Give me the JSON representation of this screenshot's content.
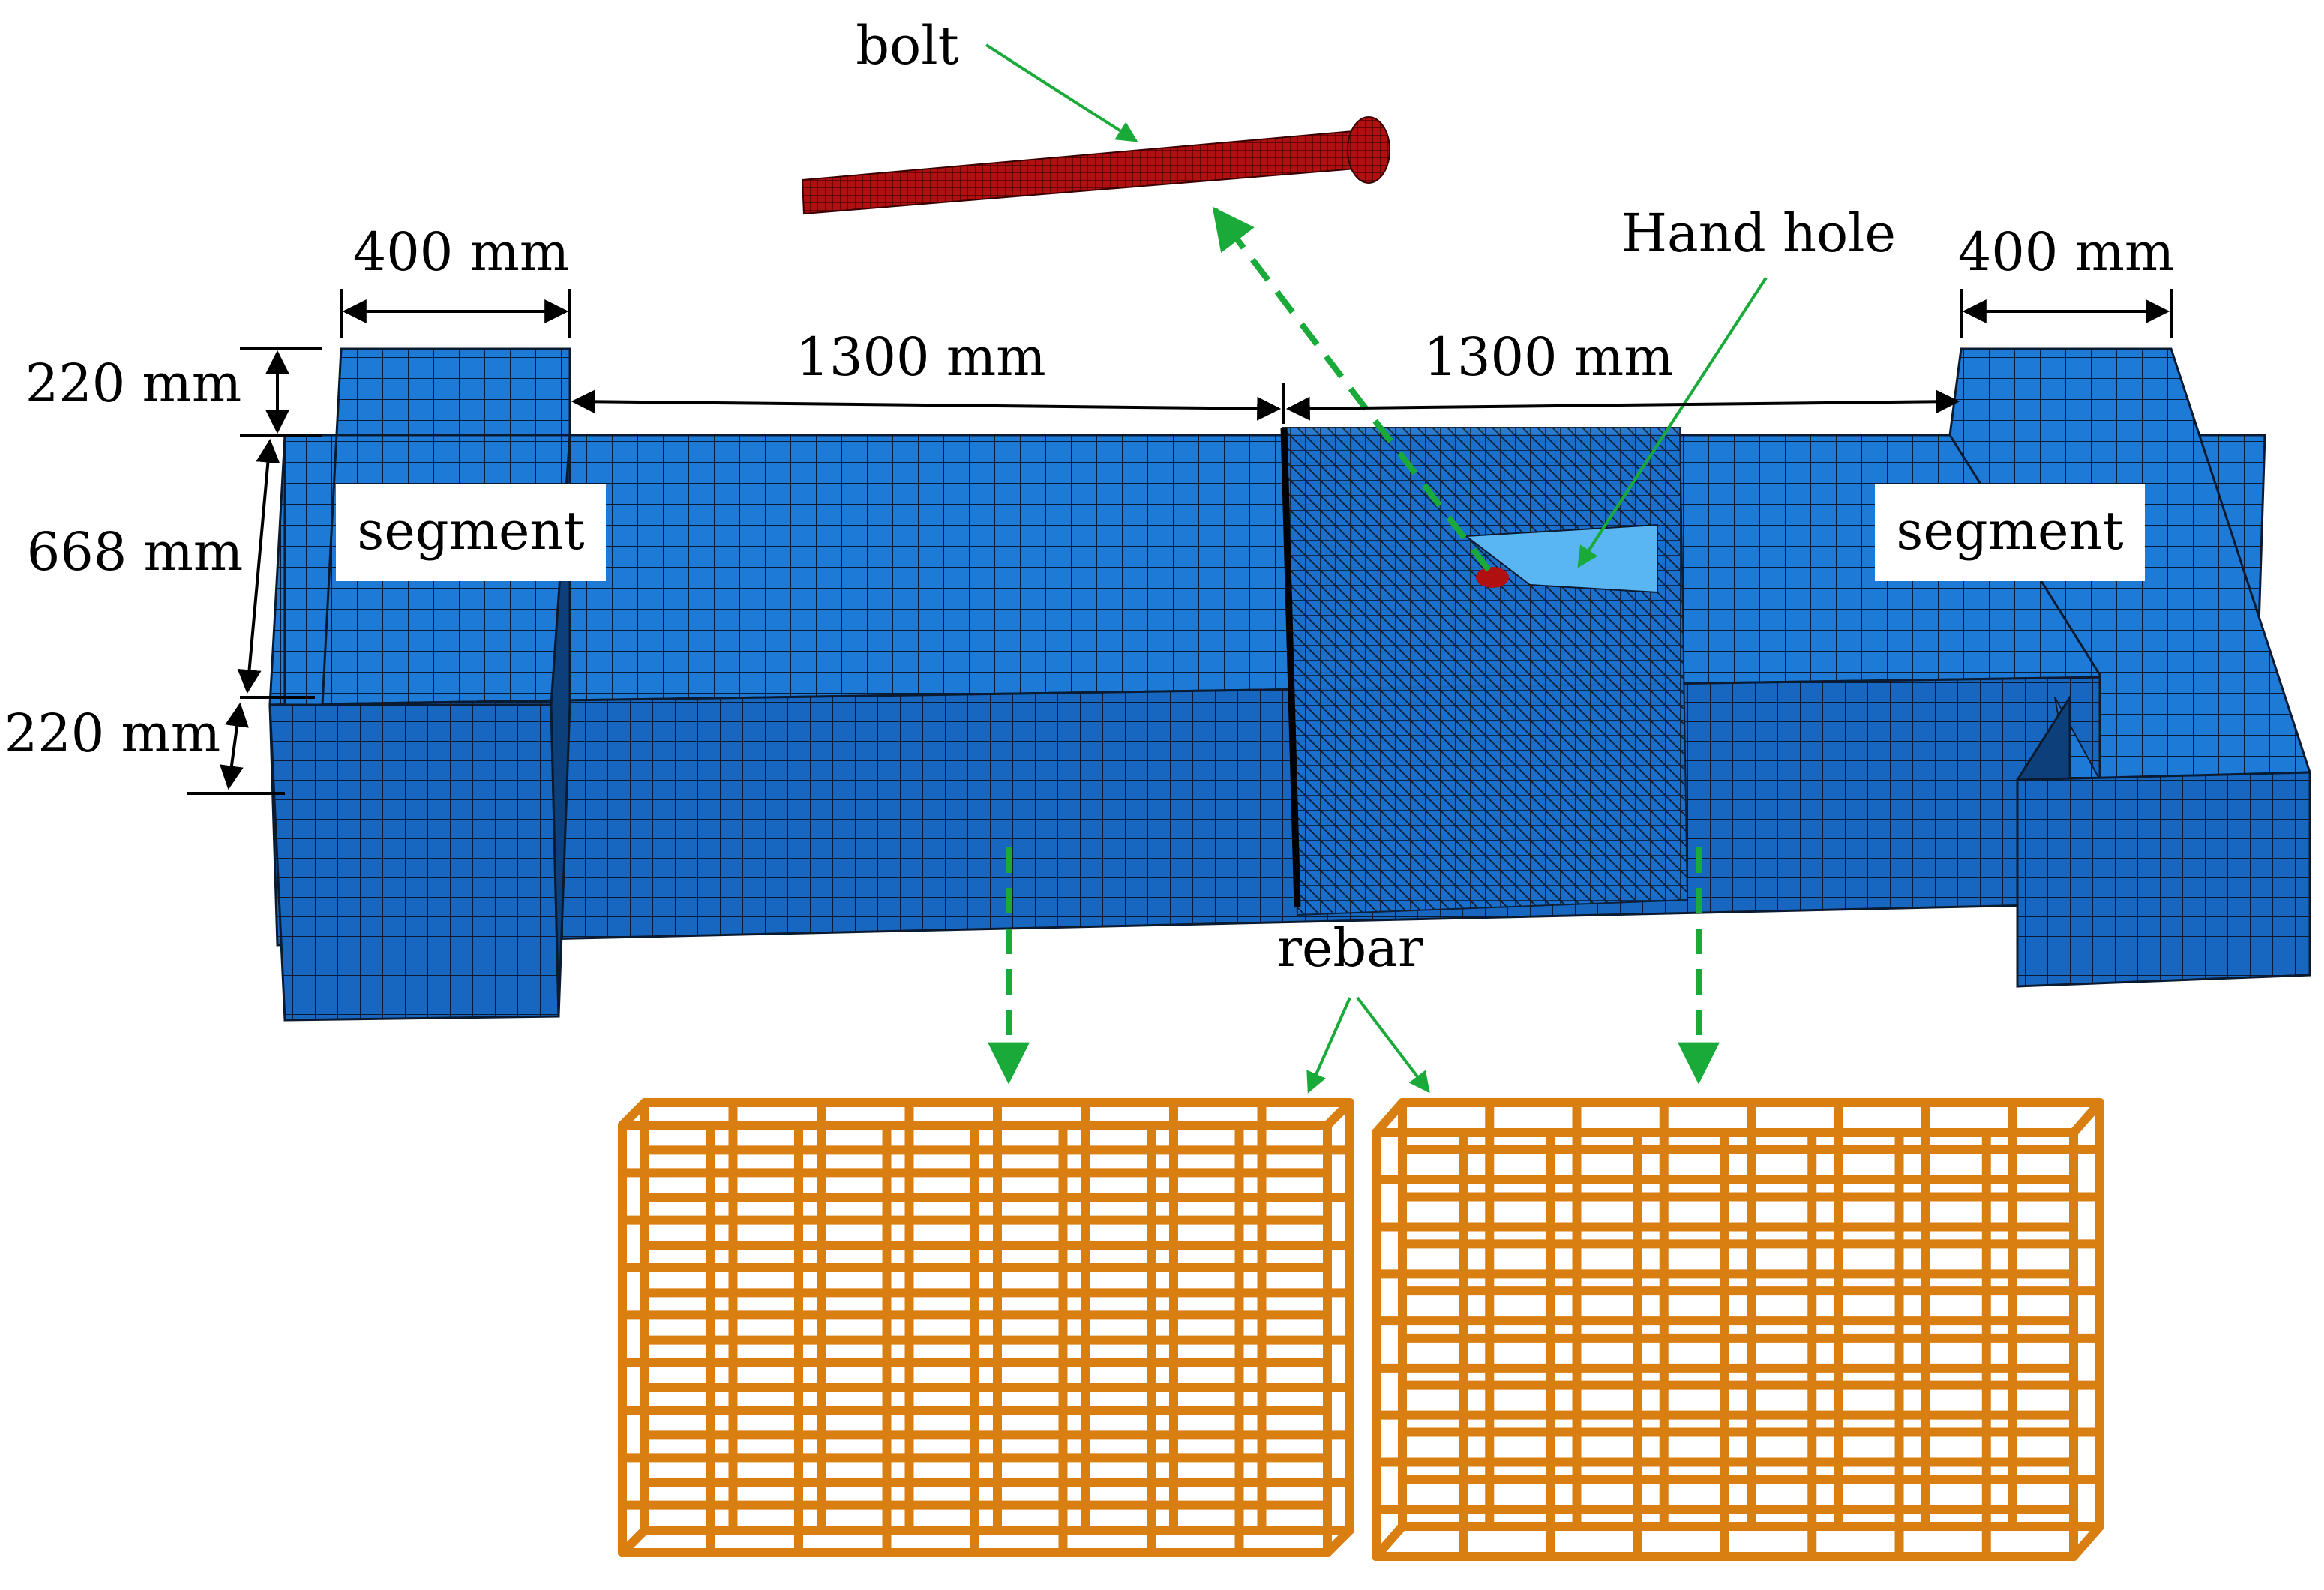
{
  "labels": {
    "bolt": "bolt",
    "hand_hole": "Hand hole",
    "segment_left": "segment",
    "segment_right": "segment",
    "rebar": "rebar"
  },
  "dimensions": {
    "top_left_width": "400 mm",
    "top_right_width": "400 mm",
    "span_left": "1300 mm",
    "span_right": "1300 mm",
    "flange_top": "220 mm",
    "web_height": "668 mm",
    "flange_bottom": "220 mm"
  },
  "colors": {
    "mesh": "#1d7ad6",
    "mesh_dark": "#1560b0",
    "mesh_lines": "#0a1a30",
    "hand_hole": "#5ab6f2",
    "bolt": "#b01010",
    "rebar": "#d97e10",
    "arrow_green": "#1aaa3a"
  }
}
